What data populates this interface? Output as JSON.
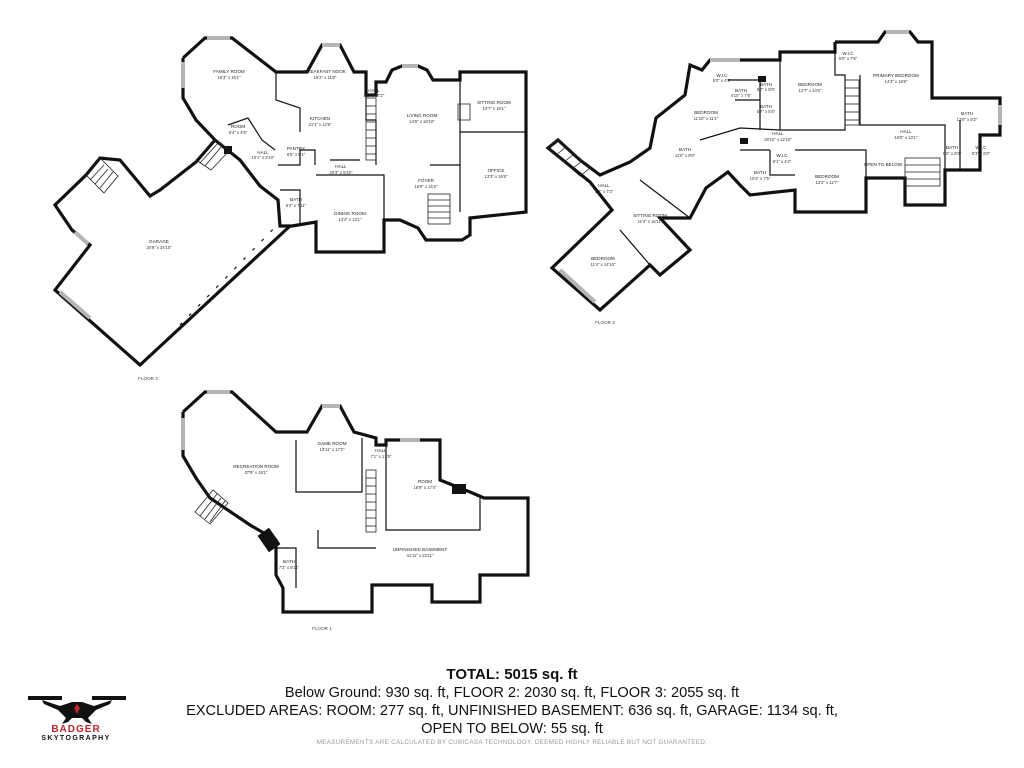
{
  "floors": [
    {
      "label": "FLOOR 2",
      "rooms": [
        {
          "name": "FAMILY ROOM",
          "dim": "16'3\" x 16'1\""
        },
        {
          "name": "BREAKFAST NOOK",
          "dim": "18'2\" x 11'8\""
        },
        {
          "name": "HALL",
          "dim": "4'1\" x 17'2\""
        },
        {
          "name": "LIVING ROOM",
          "dim": "14'8\" x 18'10\""
        },
        {
          "name": "SITTING ROOM",
          "dim": "13'7\" x 16'1\""
        },
        {
          "name": "ROOM",
          "dim": "6'4\" x 4'5\""
        },
        {
          "name": "KITCHEN",
          "dim": "21'1\" x 12'9\""
        },
        {
          "name": "HALL",
          "dim": "10'1\" x 3'10\""
        },
        {
          "name": "PANTRY",
          "dim": "6'5\" x 5'1\""
        },
        {
          "name": "HALL",
          "dim": "20'3\" x 5'10\""
        },
        {
          "name": "FOYER",
          "dim": "16'9\" x 15'2\""
        },
        {
          "name": "OFFICE",
          "dim": "13'3\" x 16'6\""
        },
        {
          "name": "BATH",
          "dim": "6'2\" x 7'11\""
        },
        {
          "name": "DINING ROOM",
          "dim": "13'2\" x 13'1\""
        },
        {
          "name": "GARAGE",
          "dim": "34'9\" x 34'10\""
        }
      ]
    },
    {
      "label": "FLOOR 3",
      "rooms": [
        {
          "name": "W.I.C",
          "dim": "5'0\" x 7'6\""
        },
        {
          "name": "W.I.C",
          "dim": "5'0\" x 4'9\""
        },
        {
          "name": "PRIMARY BEDROOM",
          "dim": "14'3\" x 18'8\""
        },
        {
          "name": "BATH",
          "dim": "5'7\" x 5'8\""
        },
        {
          "name": "BATH",
          "dim": "4'10\" x 7'6\""
        },
        {
          "name": "BEDROOM",
          "dim": "12'7\" x 14'0\""
        },
        {
          "name": "BATH",
          "dim": "5'7\" x 5'5\""
        },
        {
          "name": "BEDROOM",
          "dim": "11'10\" x 11'1\""
        },
        {
          "name": "BATH",
          "dim": "13'8\" x 8'2\""
        },
        {
          "name": "HALL",
          "dim": "28'10\" x 12'10\""
        },
        {
          "name": "HALL",
          "dim": "16'8\" x 13'1\""
        },
        {
          "name": "BATH",
          "dim": "8'2\" x 6'0\""
        },
        {
          "name": "W.I.C",
          "dim": "8'3\" x 6'0\""
        },
        {
          "name": "OPEN TO BELOW",
          "dim": ""
        },
        {
          "name": "BATH",
          "dim": "11'0\" x 8'0\""
        },
        {
          "name": "W.I.C",
          "dim": "6'1\" x 4'4\""
        },
        {
          "name": "BATH",
          "dim": "10'3\" x 7'5\""
        },
        {
          "name": "BEDROOM",
          "dim": "13'2\" x 12'7\""
        },
        {
          "name": "HALL",
          "dim": "5'3\" x 7'3\""
        },
        {
          "name": "SITTING ROOM",
          "dim": "11'4\" x 16'11\""
        },
        {
          "name": "BEDROOM",
          "dim": "11'4\" x 14'10\""
        }
      ]
    },
    {
      "label": "FLOOR 1",
      "rooms": [
        {
          "name": "GAME ROOM",
          "dim": "13'11\" x 17'0\""
        },
        {
          "name": "HALL",
          "dim": "7'1\" x 17'8\""
        },
        {
          "name": "RECREATION ROOM",
          "dim": "37'9\" x 19'1\""
        },
        {
          "name": "ROOM",
          "dim": "18'9\" x 17'4\""
        },
        {
          "name": "UNFINISHED BASEMENT",
          "dim": "41'11\" x 23'11\""
        },
        {
          "name": "BATH",
          "dim": "7'3\" x 8'11\""
        }
      ]
    }
  ],
  "summary": {
    "total": "TOTAL: 5015 sq. ft",
    "line1": "Below Ground: 930 sq. ft, FLOOR 2: 2030 sq. ft, FLOOR 3: 2055 sq. ft",
    "line2": "EXCLUDED AREAS: ROOM: 277 sq. ft, UNFINISHED BASEMENT: 636 sq. ft, GARAGE: 1134 sq. ft,",
    "line3": "OPEN TO BELOW: 55 sq. ft",
    "disclaimer": "MEASUREMENTS ARE CALCULATED BY CUBICASA TECHNOLOGY. DEEMED HIGHLY RELIABLE BUT NOT GUARANTEED."
  },
  "logo": {
    "name": "BADGER",
    "tagline": "SKYTOGRAPHY",
    "accent": "#c2262d"
  }
}
